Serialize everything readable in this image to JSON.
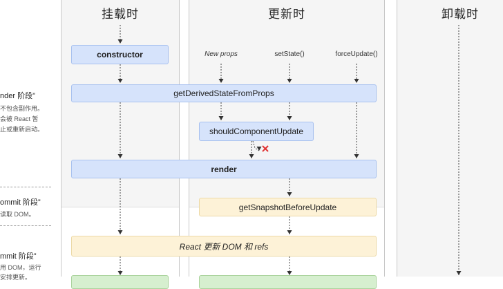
{
  "columns": {
    "mount": "挂载时",
    "update": "更新时",
    "unmount": "卸载时"
  },
  "triggers": {
    "new_props": "New props",
    "set_state": "setState()",
    "force_update": "forceUpdate()"
  },
  "methods": {
    "constructor": "constructor",
    "get_derived_state": "getDerivedStateFromProps",
    "should_component_update": "shouldComponentUpdate",
    "render": "render",
    "get_snapshot": "getSnapshotBeforeUpdate",
    "react_update_dom": "React 更新 DOM 和 refs"
  },
  "phases": {
    "render_title": "nder 阶段”",
    "render_desc": [
      "不包含副作用。",
      "会被 React 暂",
      "止或重新启动。"
    ],
    "precommit_title": "ommit 阶段”",
    "precommit_desc": "读取 DOM。",
    "commit_title": "mmit 阶段”",
    "commit_desc": [
      "用 DOM，运行",
      "安排更新。"
    ]
  },
  "colors": {
    "blue_box": "#d6e3fb",
    "yellow_box": "#fdf2d7",
    "green_box": "#d6efcf",
    "abort_x": "#e03030"
  }
}
